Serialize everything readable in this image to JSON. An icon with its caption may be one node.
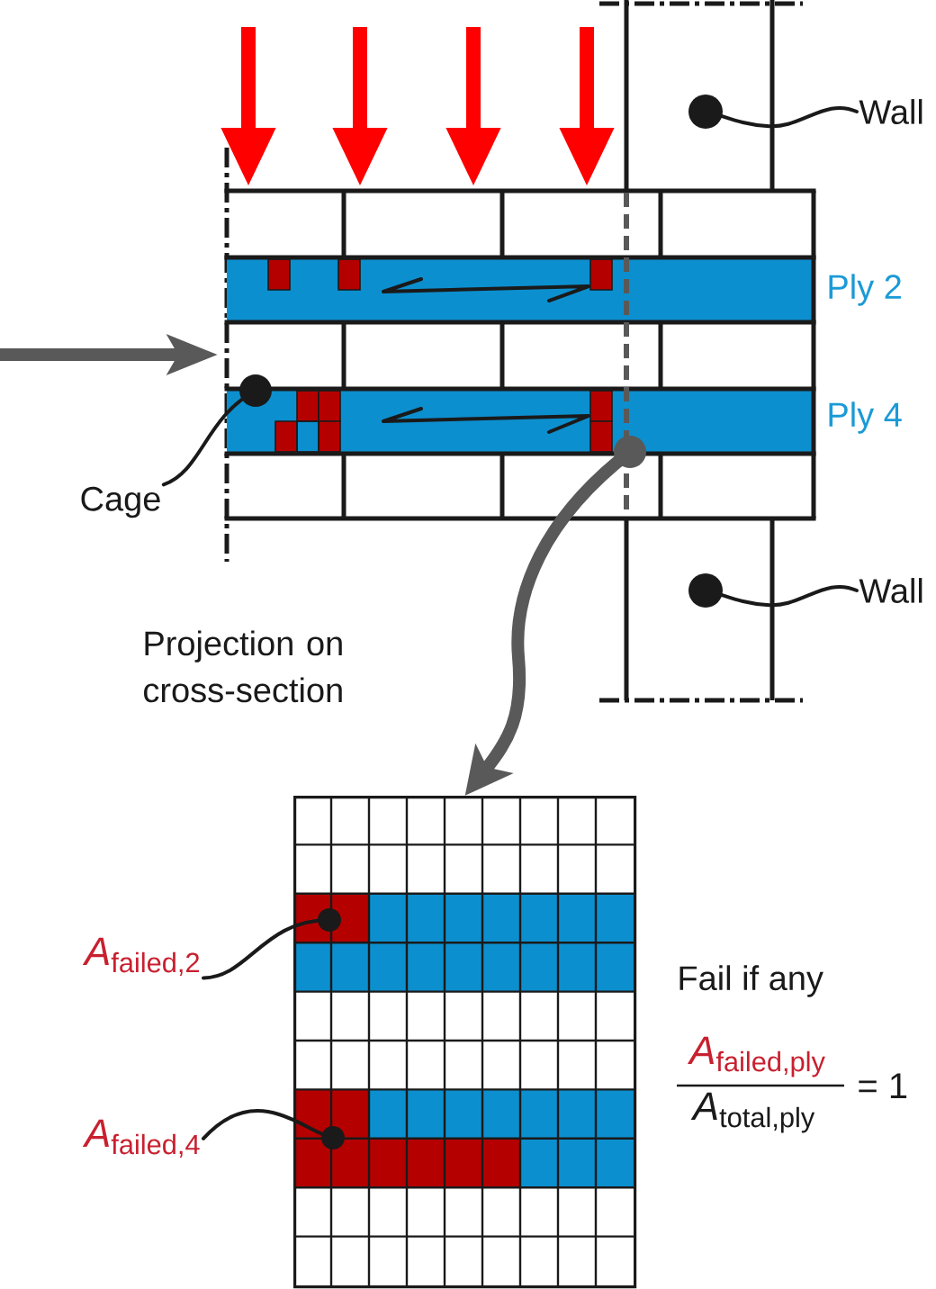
{
  "diagram": {
    "nodes": [
      {
        "text": [
          "Wall"
        ]
      },
      {
        "text": [
          "Cage"
        ]
      },
      {
        "text": [
          "Wall"
        ]
      },
      {
        "text": [],
        "shape": "box"
      },
      {
        "text": [
          "*A*$_{failed,2}$"
        ]
      },
      {
        "text": [
          "*A*$_{failed,4}$"
        ]
      }
    ],
    "edges": [
      {
        "from": 0,
        "to": null,
        "arrow": "other"
      },
      {
        "from": 1,
        "to": null,
        "arrow": "other"
      },
      {
        "from": 2,
        "to": null,
        "arrow": "other"
      },
      {
        "from": null,
        "to": 3,
        "arrow": "to",
        "style": "thick",
        "color": "#595959"
      },
      {
        "from": 4,
        "to": 3,
        "arrow": "other"
      },
      {
        "from": 5,
        "to": 3,
        "arrow": "other"
      }
    ],
    "labels": [
      "Ply 2",
      "Ply 4",
      "Projection on cross-section",
      "Fail if any",
      "*A*$_{failed,ply}$",
      "*A*$_{total,ply}$",
      "= 1"
    ]
  }
}
